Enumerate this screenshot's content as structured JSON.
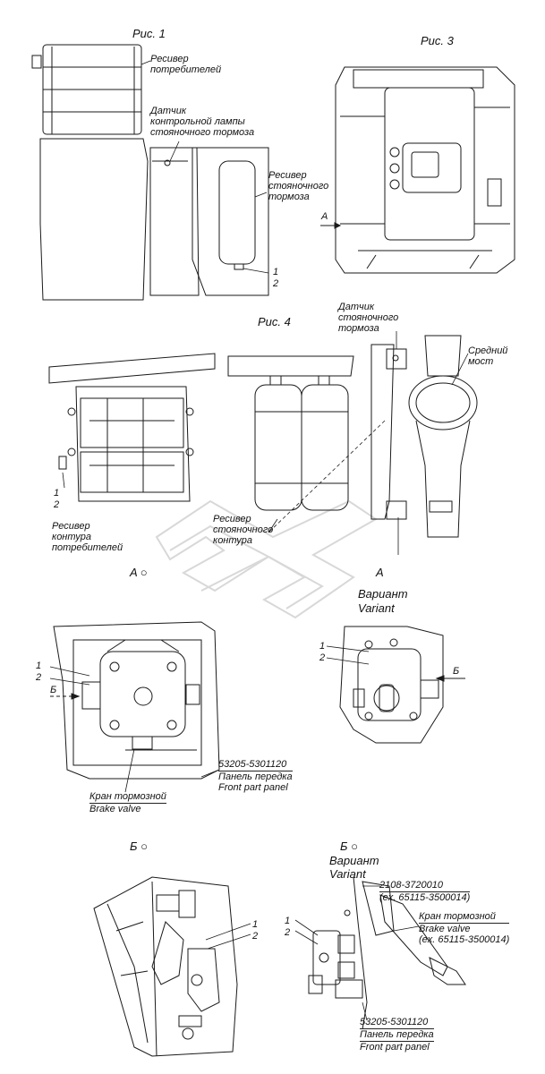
{
  "figures": {
    "fig1": "Рис. 1",
    "fig3": "Рис. 3",
    "fig4": "Рис. 4"
  },
  "fig1": {
    "receiver_consumers": [
      "Ресивер",
      "потребителей"
    ],
    "sensor": [
      "Датчик",
      "контрольной лампы",
      "стояночного тормоза"
    ],
    "receiver_parking": [
      "Ресивер",
      "стояночного",
      "тормоза"
    ],
    "num1": "1",
    "num2": "2"
  },
  "fig3": {
    "arrow": "A"
  },
  "fig4": {
    "sensor_parking": [
      "Датчик",
      "стояночного",
      "тормоза"
    ],
    "middle_axle": [
      "Средний",
      "мост"
    ],
    "num1": "1",
    "num2": "2",
    "receiver_consumer_circuit": [
      "Ресивер",
      "контура",
      "потребителей"
    ],
    "receiver_parking_circuit": [
      "Ресивер",
      "стояночного",
      "контура"
    ]
  },
  "viewA": {
    "title": "A ○",
    "variant_title": "A",
    "variant_ru": "Вариант",
    "variant_en": "Variant",
    "num1": "1",
    "num2": "2",
    "arrow_left": "Б",
    "arrow_right": "Б",
    "panel_code": "53205-5301120",
    "panel_ru": "Панель передка",
    "panel_en": "Front part panel",
    "valve_ru": "Кран тормозной",
    "valve_en": "Brake valve"
  },
  "viewB": {
    "title": "Б ○",
    "variant_title": "Б ○",
    "variant_ru": "Вариант",
    "variant_en": "Variant",
    "num1": "1",
    "num2": "2",
    "part_code": "2108-3720010",
    "part_ex": "(ex. 65115-3500014)",
    "valve_ru": "Кран тормозной",
    "valve_en": "Brake valve",
    "valve_ex": "(ex. 65115-3500014)",
    "panel_code": "53205-5301120",
    "panel_ru": "Панель передка",
    "panel_en": "Front part panel"
  },
  "colors": {
    "line": "#1a1a1a",
    "watermark": "#d8d8d8",
    "background": "#ffffff"
  }
}
